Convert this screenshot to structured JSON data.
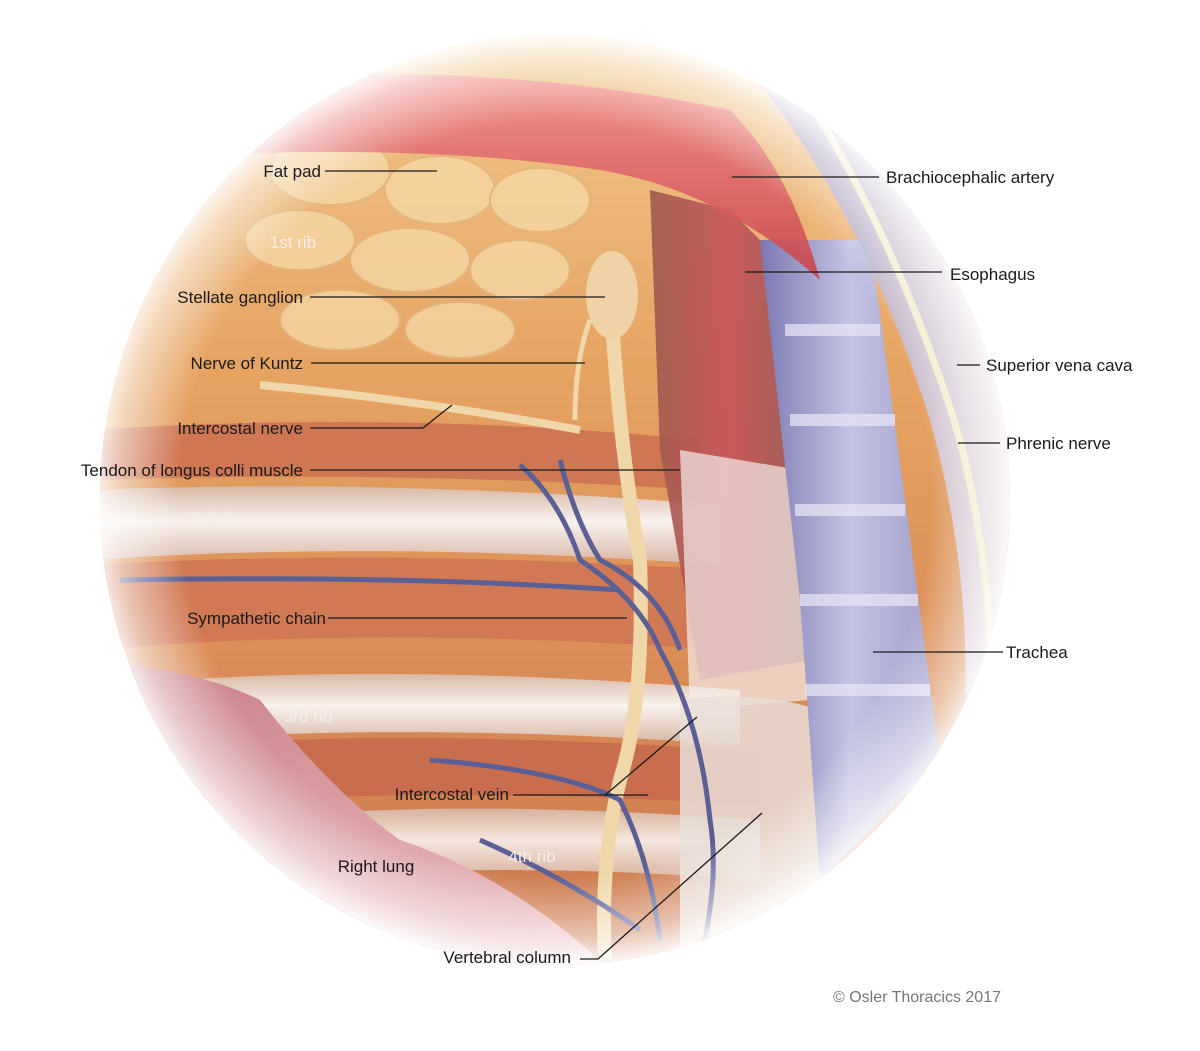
{
  "figure": {
    "labels": {
      "fat_pad": "Fat pad",
      "brachiocephalic_artery": "Brachiocephalic artery",
      "esophagus": "Esophagus",
      "stellate_ganglion": "Stellate ganglion",
      "superior_vena_cava": "Superior vena cava",
      "nerve_of_kuntz": "Nerve of Kuntz",
      "phrenic_nerve": "Phrenic nerve",
      "intercostal_nerve": "Intercostal nerve",
      "tendon_longus_colli": "Tendon of longus colli muscle",
      "sympathetic_chain": "Sympathetic chain",
      "trachea": "Trachea",
      "intercostal_vein": "Intercostal vein",
      "right_lung": "Right lung",
      "vertebral_column": "Vertebral column"
    },
    "ribs": {
      "rib1": "1st rib",
      "rib2": "2nd rib",
      "rib3": "3rd rib",
      "rib4": "4th rib"
    },
    "copyright": "© Osler Thoracics 2017"
  },
  "colors": {
    "tissue_orange": "#e8a862",
    "muscle_red": "#c9434a",
    "rib_white": "#f4ede8",
    "vein_blue": "#5a5f96",
    "nerve_cream": "#efd7aa",
    "trachea_lavender": "#a6a2cc",
    "lung_pink": "#d99aa2"
  }
}
